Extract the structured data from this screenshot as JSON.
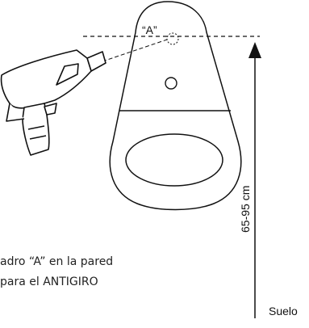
{
  "diagram": {
    "point_label": "“A”",
    "height_label": "65-95 cm",
    "floor_label": "Suelo",
    "caption_line1": "adro “A” en la pared",
    "caption_line2": "para el ANTIGIRO"
  },
  "colors": {
    "stroke": "#111111",
    "background": "#ffffff"
  }
}
